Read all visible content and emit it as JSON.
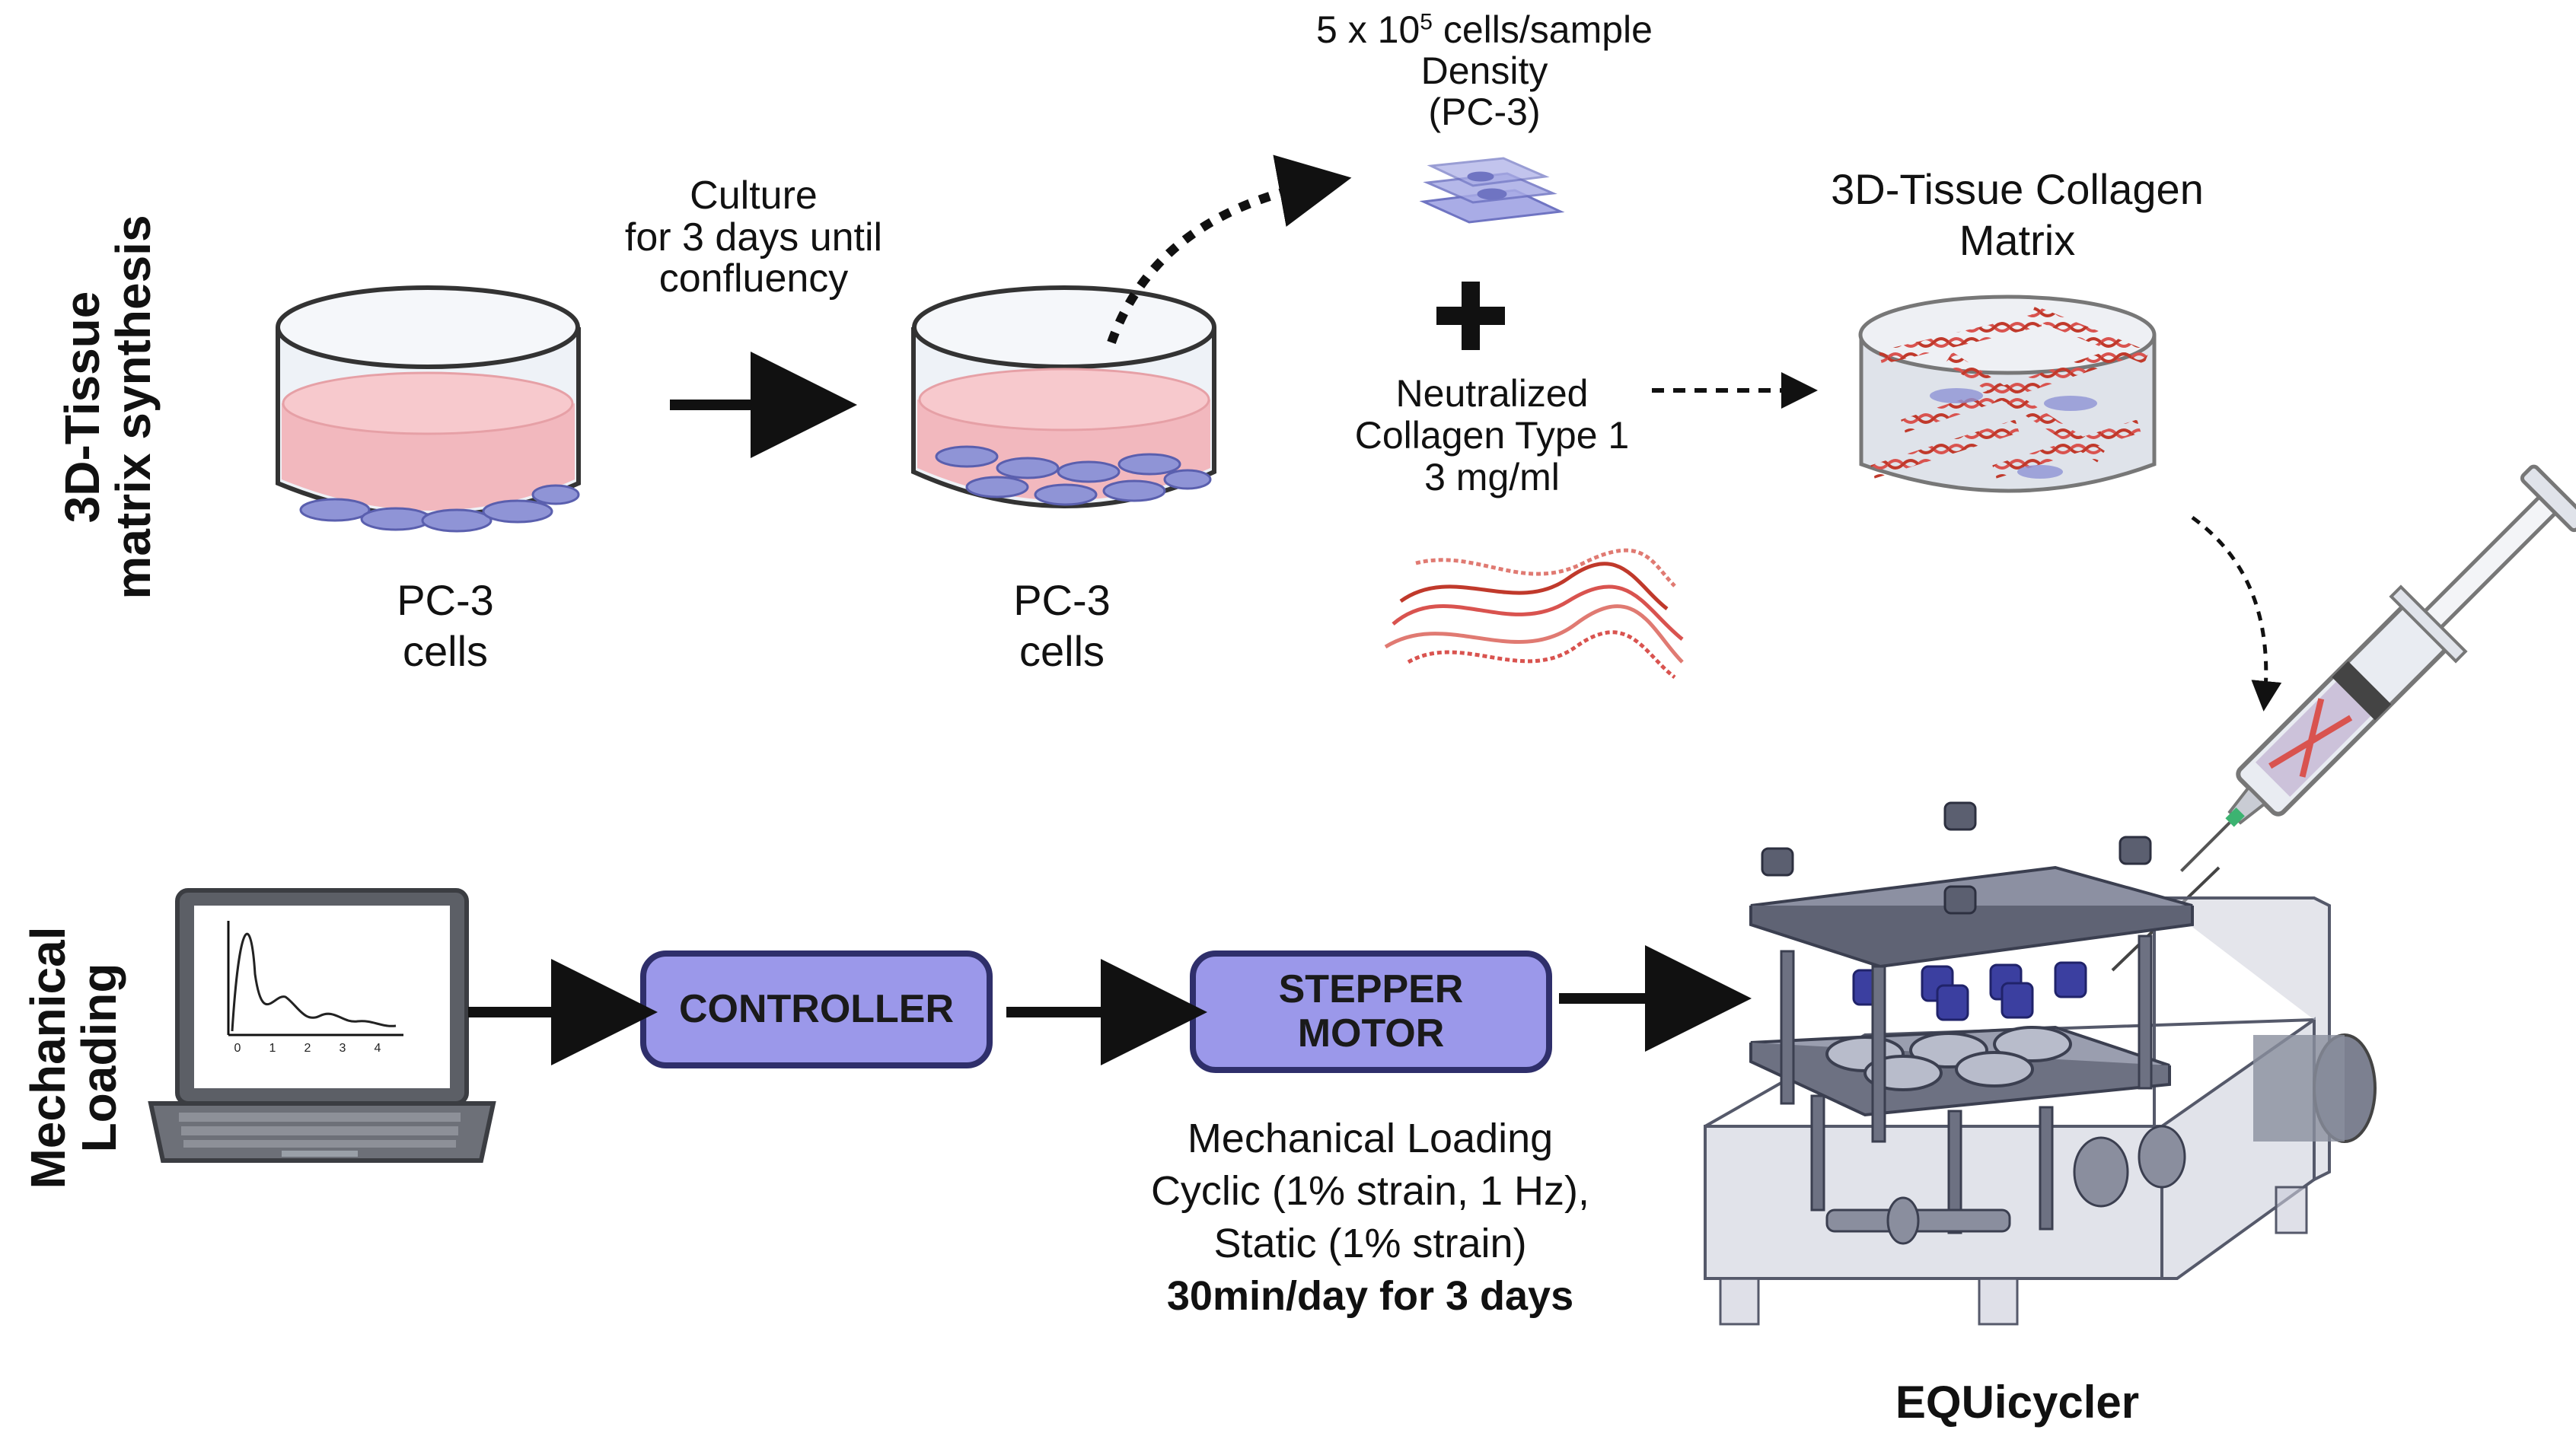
{
  "sections": {
    "top": {
      "line1": "3D-Tissue",
      "line2": "matrix synthesis"
    },
    "bottom": {
      "line1": "Mechanical",
      "line2": "Loading"
    }
  },
  "culture_step": {
    "line1": "Culture",
    "line2": "for 3 days until",
    "line3": "confluency"
  },
  "dish1": {
    "line1": "PC-3",
    "line2": "cells"
  },
  "dish2": {
    "line1": "PC-3",
    "line2": "cells"
  },
  "density": {
    "base": "5 x 10",
    "exponent": "5",
    "unit": " cells/sample",
    "line2": "Density",
    "line3": "(PC-3)"
  },
  "collagen": {
    "line1": "Neutralized",
    "line2": "Collagen Type 1",
    "line3": "3 mg/ml"
  },
  "matrix": {
    "line1": "3D-Tissue Collagen",
    "line2": "Matrix"
  },
  "controller": {
    "label": "CONTROLLER"
  },
  "stepper": {
    "line1": "STEPPER",
    "line2": "MOTOR"
  },
  "loading": {
    "line1": "Mechanical Loading",
    "line2": "Cyclic (1% strain, 1 Hz),",
    "line3": "Static (1% strain)",
    "line4": "30min/day for 3 days"
  },
  "device": {
    "label": "EQUicycler"
  },
  "laptop_plot": {
    "ticks": [
      "0",
      "1",
      "2",
      "3",
      "4"
    ]
  },
  "colors": {
    "box_fill": "#9b98ea",
    "box_stroke": "#2f2f6b",
    "media": "#f2b8be",
    "cell": "#8f94d6",
    "collagen": "#d9534f"
  }
}
